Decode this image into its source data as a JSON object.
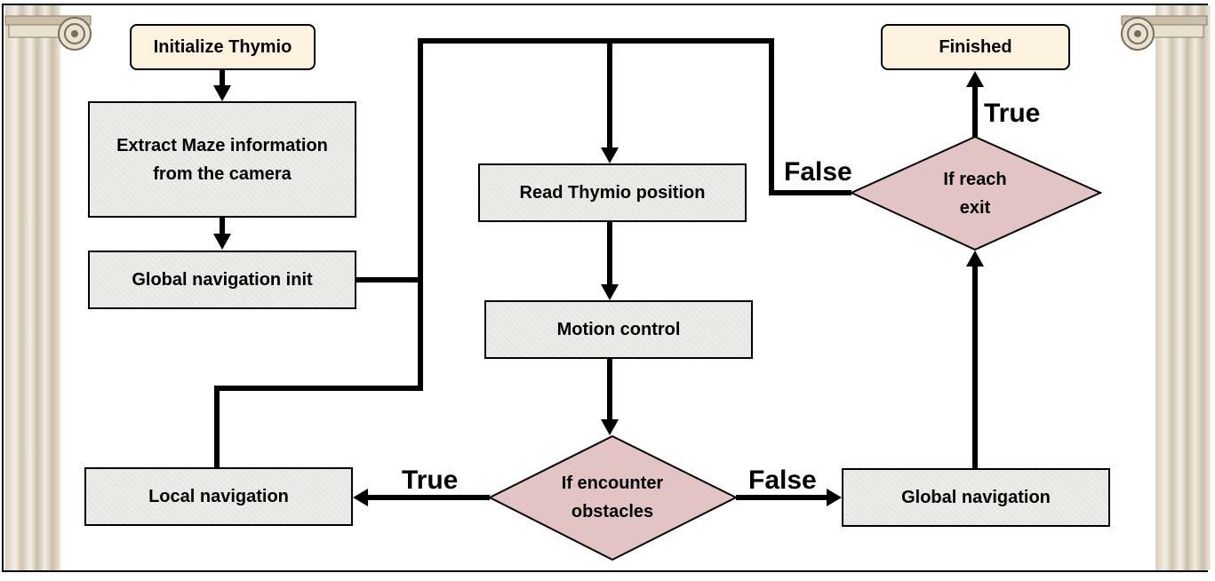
{
  "nodes": {
    "initialize": "Initialize Thymio",
    "extract": "Extract Maze information from the camera",
    "global_init": "Global navigation init",
    "read_position": "Read Thymio position",
    "motion_control": "Motion control",
    "encounter_obstacles": "If encounter obstacles",
    "local_navigation": "Local navigation",
    "global_navigation": "Global navigation",
    "reach_exit": "If reach exit",
    "finished": "Finished"
  },
  "edges": {
    "obstacles_true": "True",
    "obstacles_false": "False",
    "exit_true": "True",
    "exit_false": "False"
  },
  "colors": {
    "decision_fill": "#e2c4c5",
    "process_fill": "#ececea",
    "terminal_fill": "#fdf2dd",
    "line": "#000000"
  }
}
